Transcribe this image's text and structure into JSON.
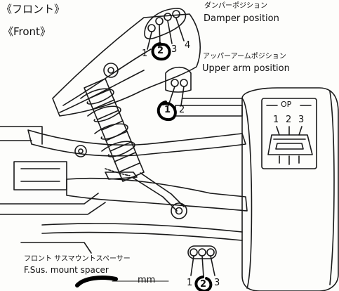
{
  "header": {
    "title_jp": "《フロント》",
    "title_en": "《Front》"
  },
  "damper_position": {
    "label_jp": "ダンパーポジション",
    "label_en": "Damper position",
    "numbers": [
      "1",
      "2",
      "3",
      "4"
    ],
    "selected": "2"
  },
  "upper_arm_position": {
    "label_jp": "アッパーアームポジション",
    "label_en": "Upper arm position",
    "numbers": [
      "1",
      "2"
    ],
    "selected": "1"
  },
  "op_panel": {
    "title": "OP",
    "numbers": [
      "1",
      "2",
      "3"
    ]
  },
  "mount_spacer": {
    "label_jp": "フロント サスマウントスペーサー",
    "label_en": "F.Sus. mount spacer",
    "unit": "mm",
    "numbers": [
      "1",
      "2",
      "3"
    ],
    "selected": "2"
  }
}
